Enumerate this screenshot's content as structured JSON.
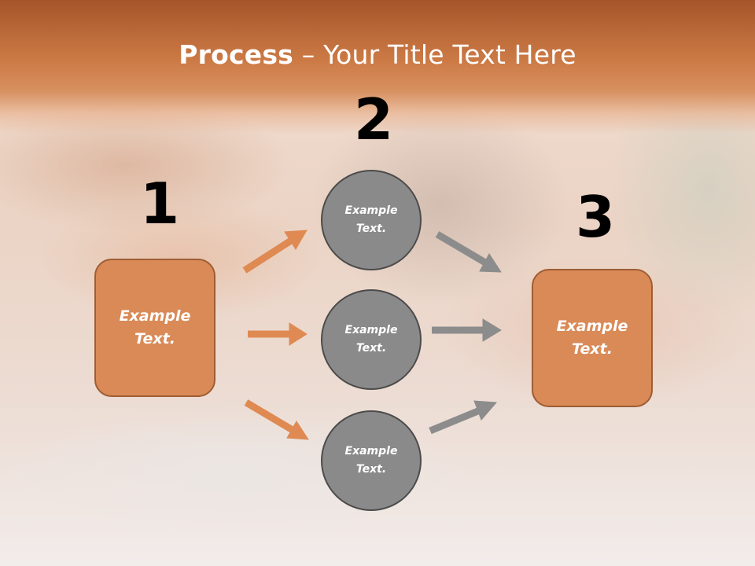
{
  "slide": {
    "title_bold": "Process",
    "title_rest": " – Your Title Text Here"
  },
  "steps": {
    "one": "1",
    "two": "2",
    "three": "3"
  },
  "left_box": {
    "text": "Example Text."
  },
  "circles": [
    {
      "text": "Example Text."
    },
    {
      "text": "Example Text."
    },
    {
      "text": "Example Text."
    }
  ],
  "right_box": {
    "text": "Example Text."
  },
  "colors": {
    "orange": "#d98a57",
    "gray": "#8a8a8a",
    "arrow_orange": "#df8a52",
    "arrow_gray": "#8c8c8c"
  }
}
